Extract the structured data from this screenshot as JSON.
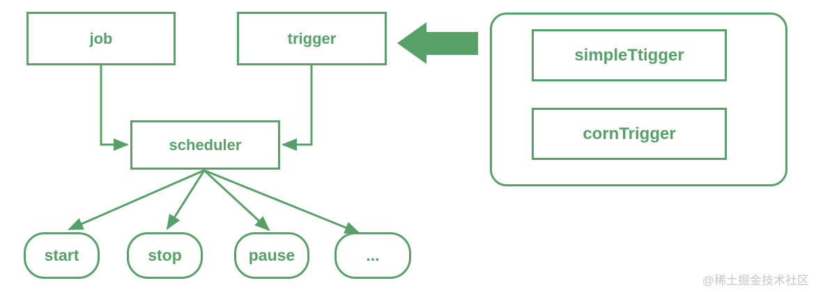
{
  "accent_color": "#57a068",
  "watermark": "@稀土掘金技术社区",
  "nodes": {
    "job": "job",
    "trigger": "trigger",
    "scheduler": "scheduler",
    "simple_trigger": "simpleTtigger",
    "corn_trigger": "cornTrigger",
    "actions": [
      "start",
      "stop",
      "pause",
      "..."
    ]
  },
  "edges": [
    "job -> scheduler",
    "trigger -> scheduler",
    "trigger-group -> trigger",
    "scheduler -> start",
    "scheduler -> stop",
    "scheduler -> pause",
    "scheduler -> ..."
  ]
}
